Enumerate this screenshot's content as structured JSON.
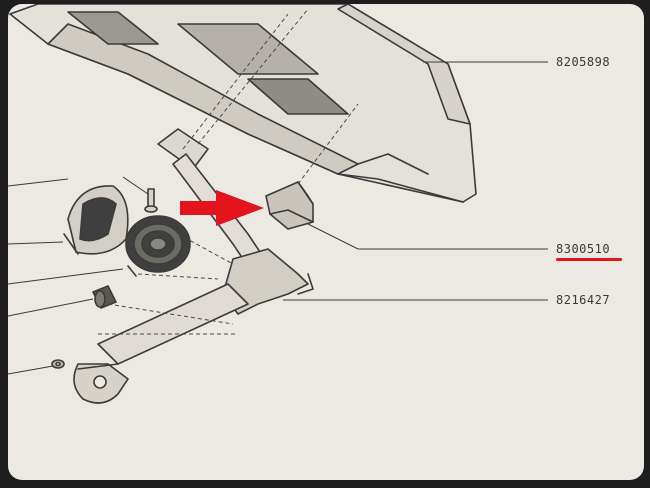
{
  "diagram": {
    "part_numbers": {
      "top": "8205898",
      "middle": "8300510",
      "bottom": "8216427"
    },
    "highlight_color": "#e3141b",
    "arrow_color": "#e3141b",
    "ink_color": "#3a3a3a",
    "paper_color": "#ece9e3"
  }
}
